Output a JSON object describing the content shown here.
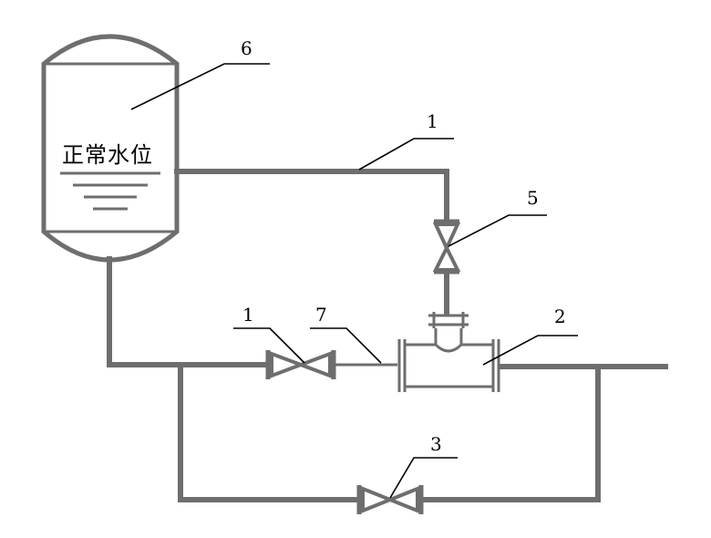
{
  "labels": {
    "tank": "6",
    "upper_pipe": "1",
    "upper_valve": "5",
    "lower_valve": "1",
    "connector": "7",
    "tee_body": "2",
    "bypass_valve": "3"
  },
  "tank_text": "正常水位",
  "colors": {
    "pipe": "#6e6e6e",
    "leader": "#000000"
  }
}
